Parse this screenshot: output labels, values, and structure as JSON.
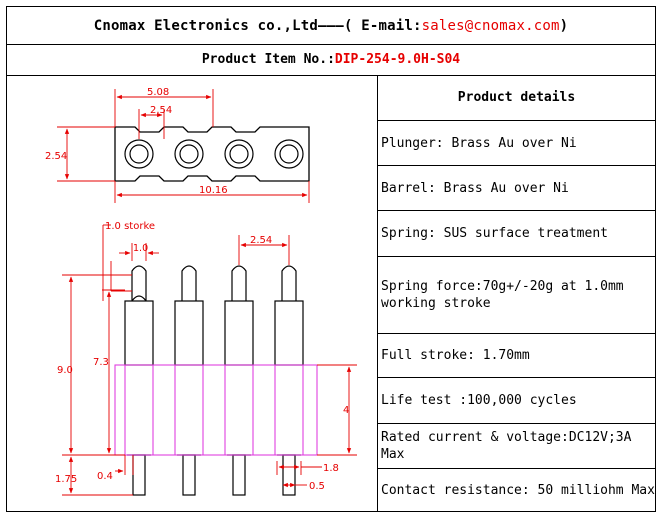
{
  "header": {
    "company": "Cnomax Electronics co.,Ltd",
    "dashes": "———",
    "email_label": "( E-mail: ",
    "email": "sales@cnomax.com",
    "email_close": ")"
  },
  "item": {
    "label": "Product Item No.: ",
    "number": "DIP-254-9.0H-S04"
  },
  "details": {
    "title": "Product details",
    "specs": [
      "Plunger: Brass Au over Ni",
      "Barrel: Brass Au over Ni",
      "Spring: SUS surface treatment",
      "Spring force:70g+/-20g at 1.0mm working stroke",
      "Full stroke: 1.70mm",
      "Life test :100,000 cycles",
      "Rated current & voltage:DC12V;3A Max",
      "Contact resistance: 50 milliohm Max"
    ]
  },
  "drawing": {
    "dim_pitch_double": "5.08",
    "dim_pitch": "2.54",
    "dim_height_top": "2.54",
    "dim_length": "10.16",
    "dim_stroke_label": "1.0 storke",
    "dim_stroke": "1.0",
    "dim_pitch_side": "2.54",
    "dim_total_height": "9.0",
    "dim_upper_height": "7.3",
    "dim_body_height": "4",
    "dim_tail_length": "1.75",
    "dim_gap": "0.4",
    "dim_tail_dia": "1.8",
    "dim_pin_dia": "0.5",
    "colors": {
      "dim_red": "#e60000",
      "body_magenta": "#e040e0"
    }
  }
}
